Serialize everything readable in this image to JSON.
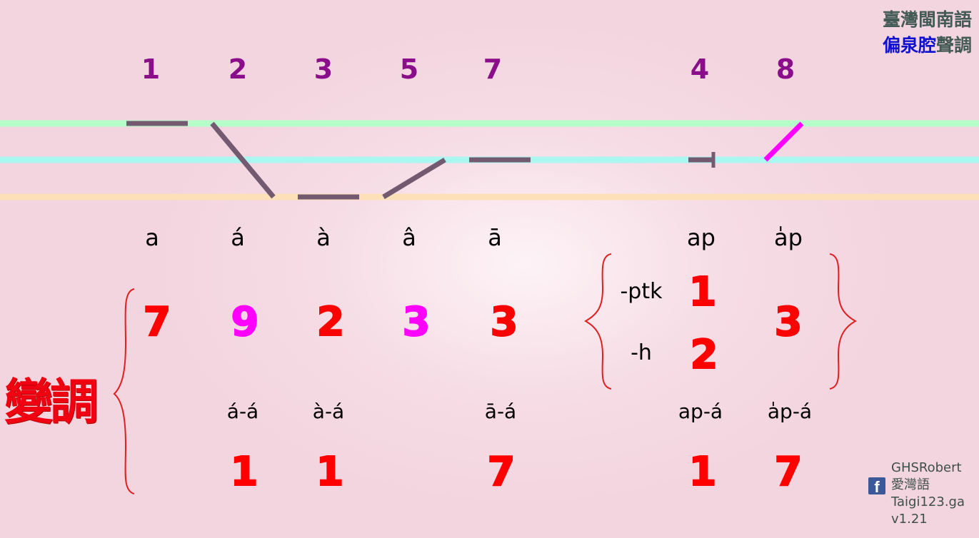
{
  "header": {
    "line1": "臺灣閩南語",
    "line2_accent": "偏泉腔",
    "line2_rest": "聲調"
  },
  "tones": [
    {
      "number": "1",
      "syllable": "a"
    },
    {
      "number": "2",
      "syllable": "á"
    },
    {
      "number": "3",
      "syllable": "à"
    },
    {
      "number": "5",
      "syllable": "â"
    },
    {
      "number": "7",
      "syllable": "ā"
    },
    {
      "number": "4",
      "syllable": "ap"
    },
    {
      "number": "8",
      "syllable": "a̍p"
    }
  ],
  "sandhi_label": "變調",
  "sandhi_first": [
    "7",
    "9",
    "2",
    "3",
    "3"
  ],
  "checked": {
    "ptk_label": "-ptk",
    "h_label": "-h",
    "tone4_ptk": "1",
    "tone4_h": "2",
    "tone8": "3"
  },
  "examples": [
    "á-á",
    "à-á",
    "ā-á",
    "ap-á",
    "a̍p-á"
  ],
  "sandhi_second": [
    "1",
    "1",
    "7",
    "1",
    "7"
  ],
  "credit": {
    "fb_glyph": "f",
    "author": "GHSRobert",
    "name": "愛灣語",
    "site": "Taigi123.ga",
    "version": "v1.21"
  },
  "colors": {
    "tone_number": "#8a0d8a",
    "sandhi_red": "#ff0000",
    "sandhi_magenta": "#ff00ff",
    "line_high": "#b5ffc8",
    "line_mid": "#aaf6f0",
    "line_low": "#fde0b8",
    "contour": "#745a70",
    "contour_tone8": "#ff00ff"
  }
}
